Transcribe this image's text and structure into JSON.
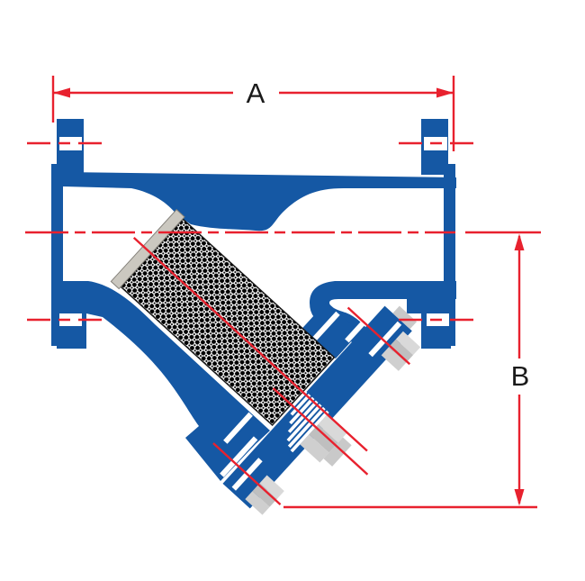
{
  "diagram": {
    "title": "y-strainer-cross-section",
    "labels": {
      "dim_a": "A",
      "dim_b": "B"
    }
  },
  "colors": {
    "body_blue": "#1558a4",
    "dimension_red": "#e8212e",
    "screen_cap_gray": "#cbc8c0",
    "nut_gray": "#c9c9c9",
    "mesh_dot_black": "#000000",
    "background_white": "#ffffff"
  }
}
